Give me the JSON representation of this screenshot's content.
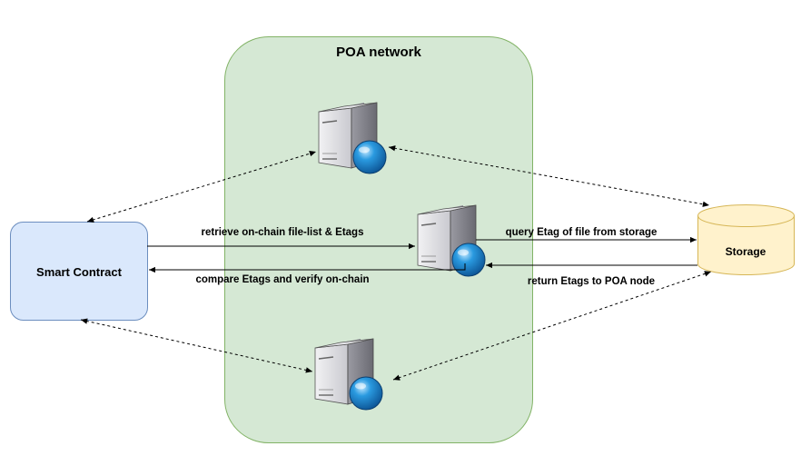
{
  "colors": {
    "poa_fill": "#d5e8d4",
    "poa_stroke": "#82b366",
    "contract_fill": "#dae8fc",
    "contract_stroke": "#6c8ebf",
    "storage_fill": "#fff2cc",
    "storage_stroke": "#d6b656",
    "line": "#000000"
  },
  "poa_network": {
    "title": "POA network"
  },
  "smart_contract": {
    "label": "Smart Contract"
  },
  "storage": {
    "label": "Storage"
  },
  "nodes": [
    {
      "name": "poa-node-top",
      "icon": "server-globe-icon"
    },
    {
      "name": "poa-node-middle",
      "icon": "server-globe-icon"
    },
    {
      "name": "poa-node-bottom",
      "icon": "server-globe-icon"
    }
  ],
  "edges": {
    "retrieve": "retrieve on-chain file-list & Etags",
    "compare": "compare Etags and verify on-chain",
    "query": "query Etag of file from storage",
    "return_etags": "return Etags to POA node"
  }
}
